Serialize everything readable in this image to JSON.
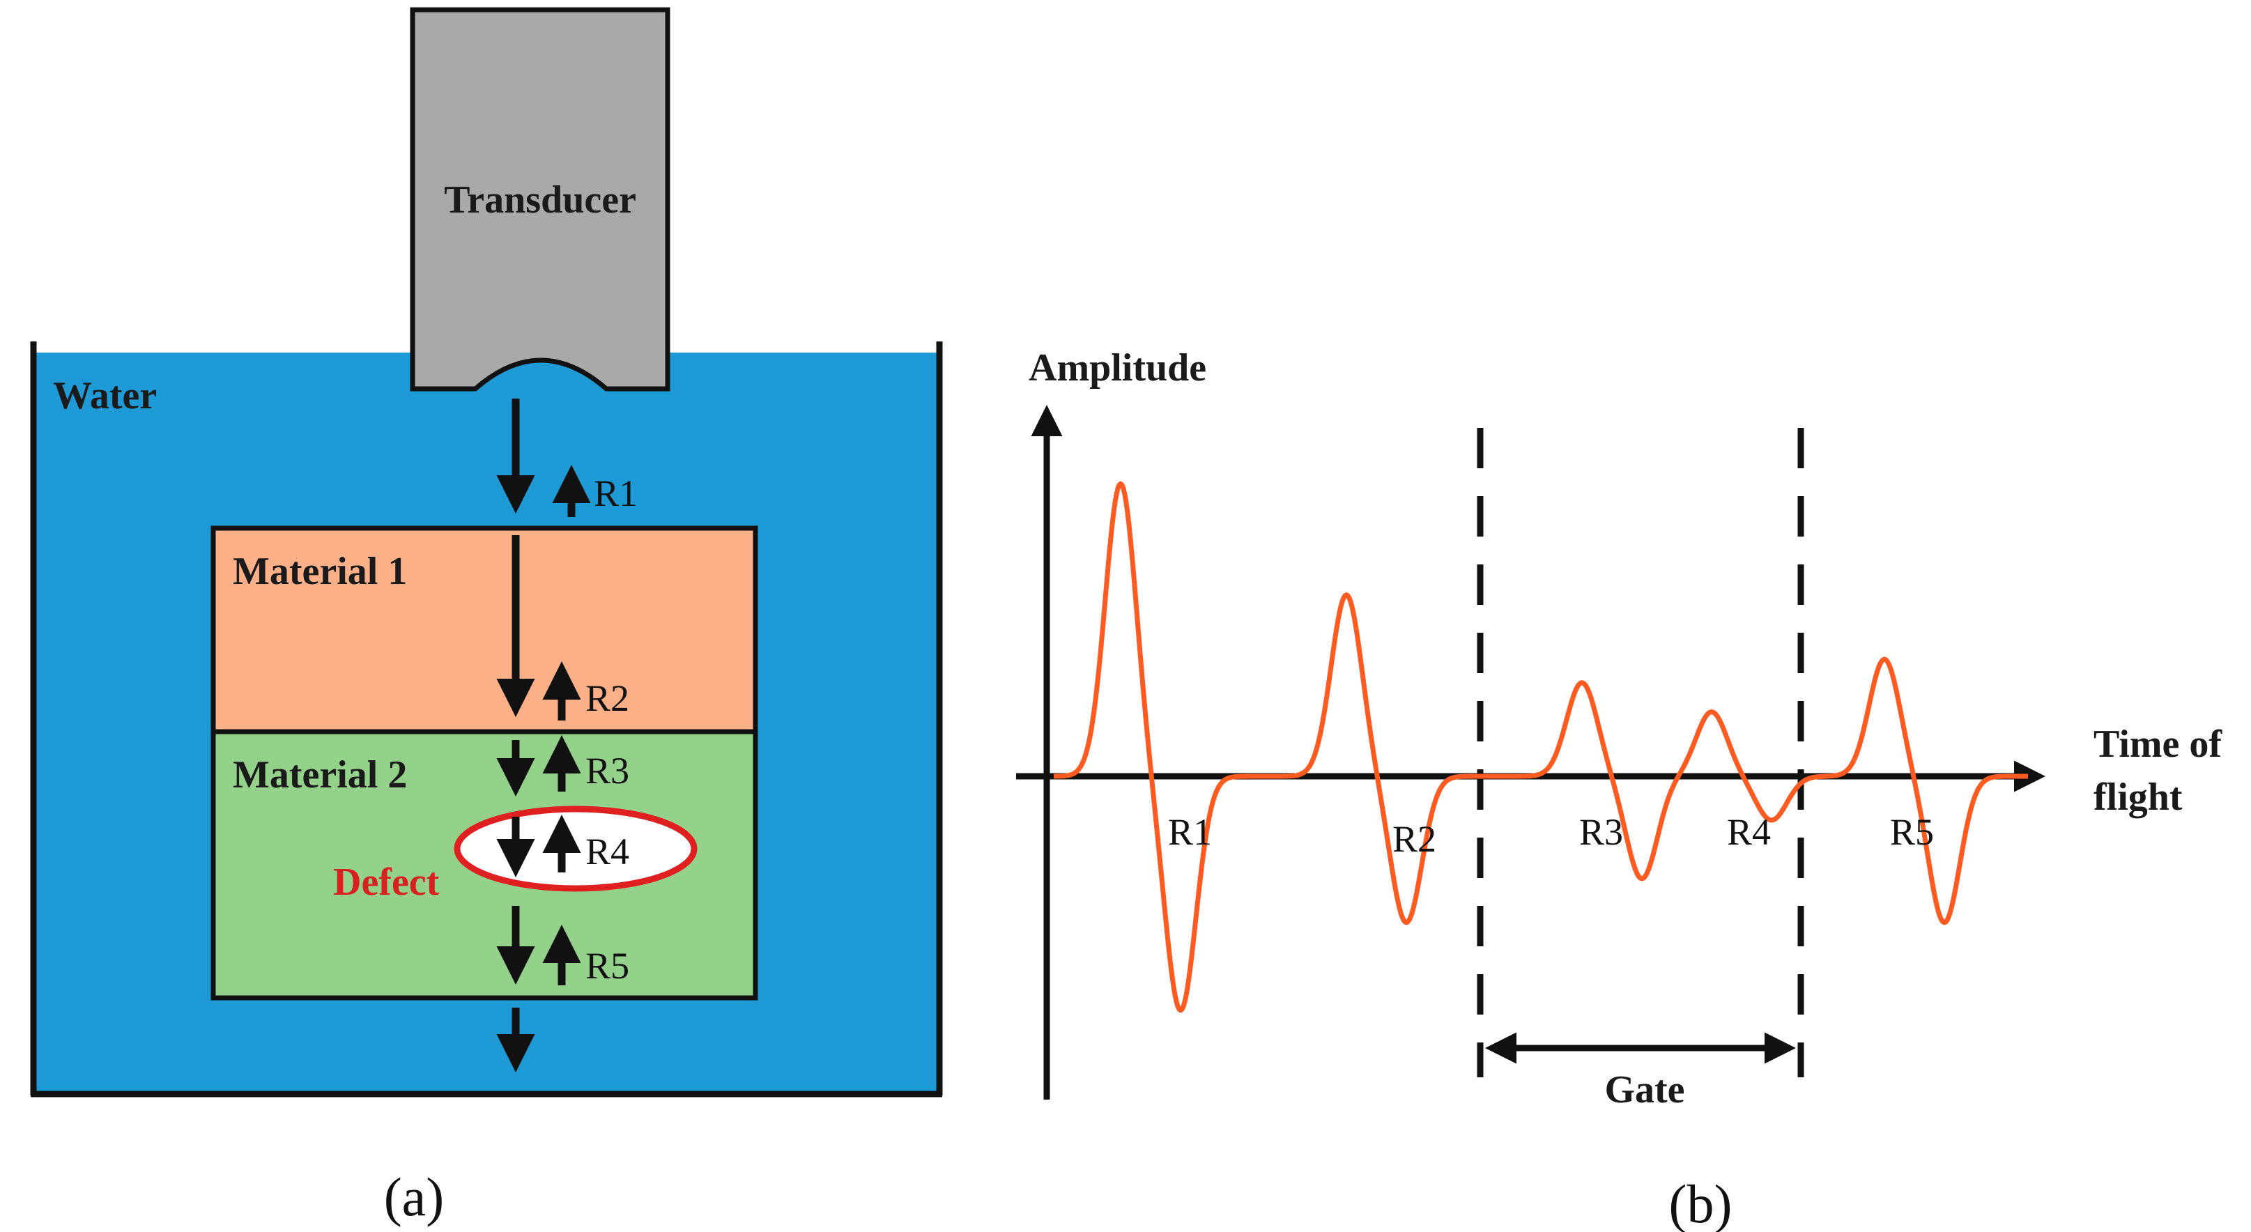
{
  "panel_a": {
    "caption": "(a)",
    "transducer_label": "Transducer",
    "water_label": "Water",
    "material1_label": "Material 1",
    "material2_label": "Material 2",
    "defect_label": "Defect",
    "reflections": [
      "R1",
      "R2",
      "R3",
      "R4",
      "R5"
    ],
    "colors": {
      "water": "#1e9ad6",
      "material1": "#fbb088",
      "material2": "#94d18a",
      "transducer": "#a9a9a9",
      "defect_outline": "#e02020"
    }
  },
  "panel_b": {
    "caption": "(b)",
    "y_axis_label": "Amplitude",
    "x_axis_label_line1": "Time of",
    "x_axis_label_line2": "flight",
    "echo_labels": [
      "R1",
      "R2",
      "R3",
      "R4",
      "R5"
    ],
    "gate_label": "Gate",
    "signal_color": "#ff5a1f",
    "echoes": [
      {
        "name": "R1",
        "peak": 1.0,
        "trough": -0.8
      },
      {
        "name": "R2",
        "peak": 0.62,
        "trough": -0.5
      },
      {
        "name": "R3",
        "peak": 0.32,
        "trough": -0.35
      },
      {
        "name": "R4",
        "peak": 0.22,
        "trough": -0.15
      },
      {
        "name": "R5",
        "peak": 0.4,
        "trough": -0.5
      }
    ]
  }
}
